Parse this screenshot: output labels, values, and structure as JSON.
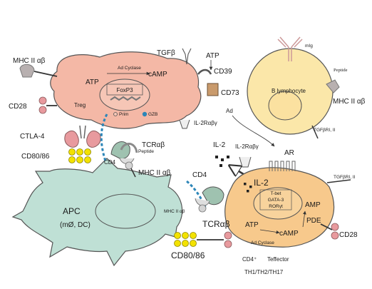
{
  "left": {
    "mhc": "MHC II αβ",
    "cd28": "CD28",
    "ctla4": "CTLA-4",
    "cd8086": "CD80/86"
  },
  "treg": {
    "adcyclase": "Ad Cyclase",
    "atp": "ATP",
    "camp": "cAMP",
    "foxp3": "FoxP3",
    "name": "Treg",
    "prim": "Prim",
    "gzb": "GZB",
    "tgfb": "TGFβ",
    "atp2": "ATP",
    "cd39": "CD39",
    "cd73": "CD73",
    "ad": "Ad",
    "il2r": "IL-2Rαβγ"
  },
  "bcell": {
    "name": "B lymphocyte",
    "mig": "mIg",
    "peptide": "Peptide",
    "mhc": "MHC II αβ",
    "tgfbr": "TGFβRI, II"
  },
  "middle": {
    "tcr": "TCRαβ",
    "cd4": "CD4",
    "peptide": "Peptide",
    "mhc": "MHC II αβ",
    "il2": "IL-2",
    "il2r": "IL-2Rαβγ"
  },
  "apc": {
    "name": "APC",
    "sub": "(mØ, DC)",
    "mhc": "MHC II αβ",
    "cd4": "CD4",
    "tcr": "TCRαβ",
    "cd8086": "CD80/86"
  },
  "teff": {
    "il2": "IL-2",
    "ar": "AR",
    "tbet": "T-bet",
    "gata3": "GATA-3",
    "rorgt": "RORγt",
    "amp": "AMP",
    "pde": "PDE",
    "atp": "ATP",
    "camp": "cAMP",
    "adcyclase": "Ad Cyclase",
    "tgfbr": "TGFβRI, II",
    "cd28": "CD28",
    "cd4plus": "CD4⁺",
    "effector": "Teffector",
    "subsets": "TH1/TH2/TH17"
  },
  "colors": {
    "treg_fill": "#f4b8a6",
    "bcell_fill": "#fbe7a9",
    "apc_fill": "#bfe0d5",
    "teff_fill": "#f7c98c",
    "yellow": "#f3e200",
    "blue": "#2d86b8",
    "pink": "#e89a9e"
  }
}
